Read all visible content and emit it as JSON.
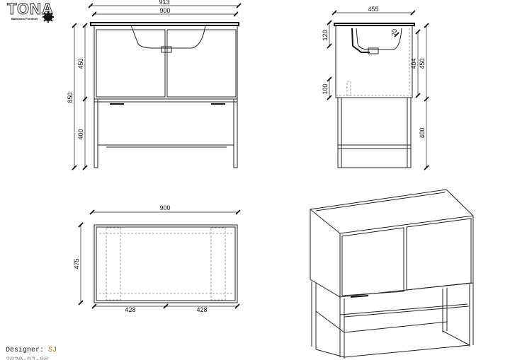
{
  "logo": {
    "brand": "TONA",
    "tagline": "Bathroom Furniture"
  },
  "designer": {
    "label": "Designer:",
    "value": "SJ",
    "date": "2020-03-08"
  },
  "front_view": {
    "overall_width": "913",
    "cabinet_width": "900",
    "total_height": "850",
    "cabinet_height": "450",
    "frame_height": "400"
  },
  "side_view": {
    "depth": "455",
    "basin_depth": "120",
    "edge_offset": "70",
    "inner_height": "404",
    "cabinet_height": "450",
    "bottom_offset": "100",
    "frame_height": "400"
  },
  "top_view": {
    "width": "900",
    "depth": "475",
    "half_left": "428",
    "half_right": "428"
  }
}
